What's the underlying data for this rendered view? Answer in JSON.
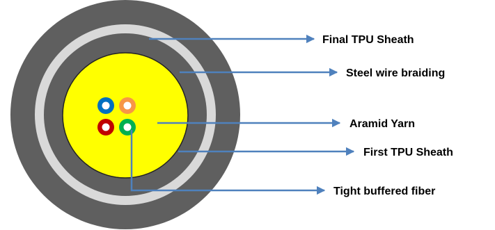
{
  "labels": {
    "final_tpu_sheath": "Final TPU Sheath",
    "steel_wire_braiding": "Steel wire braiding",
    "aramid_yarn": "Aramid Yarn",
    "first_tpu_sheath": "First TPU Sheath",
    "tight_buffered_fiber": "Tight buffered fiber"
  },
  "colors": {
    "outer_sheath": "#5f5f5f",
    "steel_braid": "#d9d9d9",
    "inner_sheath": "#5f5f5f",
    "aramid_yarn": "#ffff00",
    "arrow": "#4f81bd",
    "fiber_blue": "#0070c0",
    "fiber_orange": "#f79646",
    "fiber_red": "#c00000",
    "fiber_green": "#00b050"
  }
}
